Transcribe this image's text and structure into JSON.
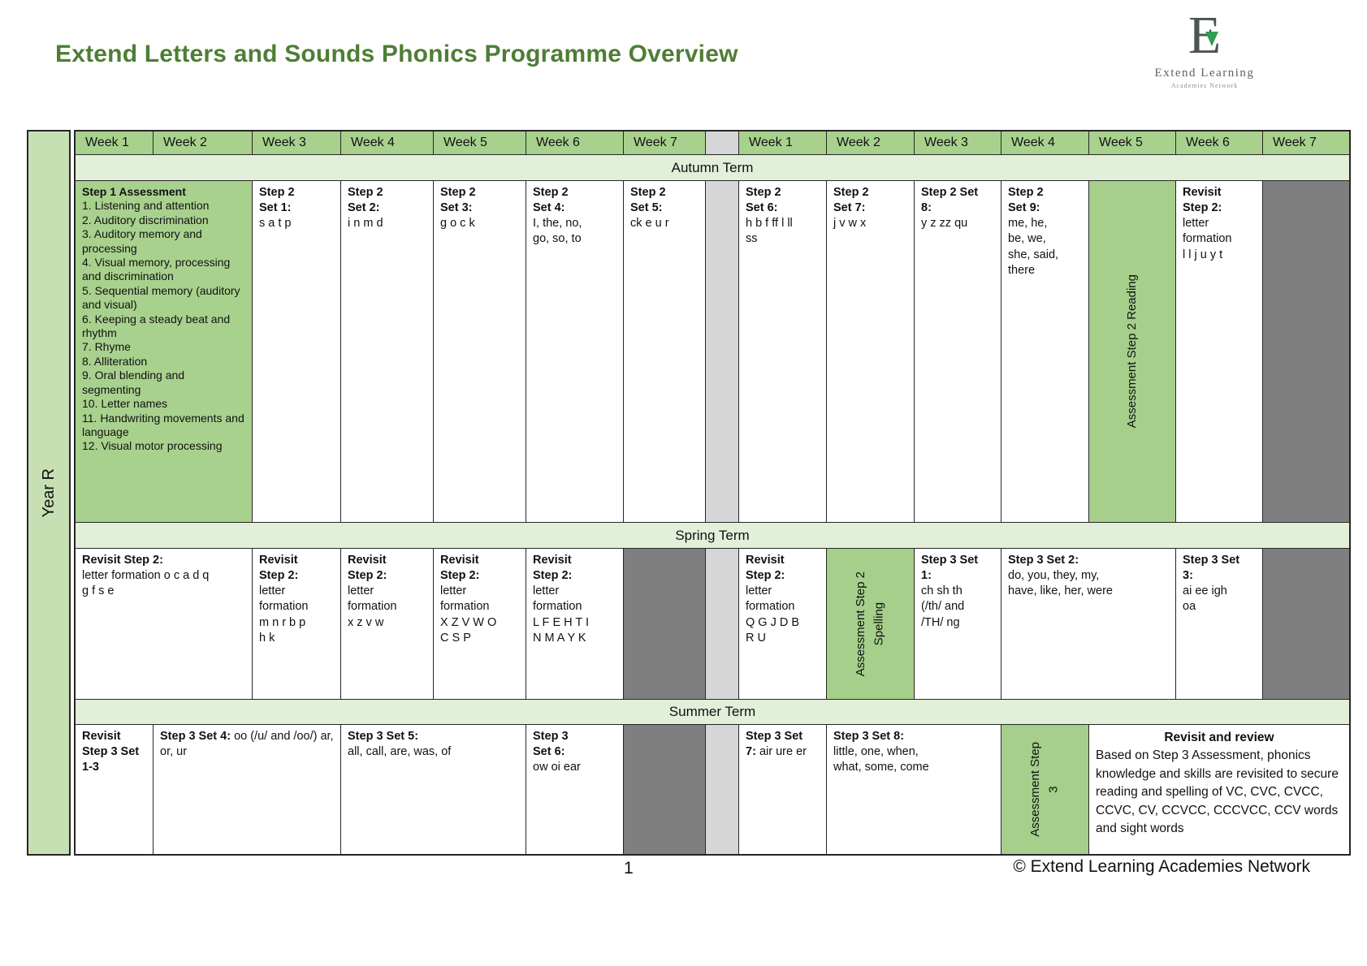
{
  "header": {
    "title": "Extend Letters and Sounds Phonics Programme Overview",
    "logo": {
      "letter_mark": "E",
      "name": "Extend Learning",
      "subtitle": "Academies Network"
    }
  },
  "table": {
    "year_label": "Year R",
    "weeks_left": [
      "Week 1",
      "Week 2",
      "Week 3",
      "Week 4",
      "Week 5",
      "Week 6",
      "Week 7"
    ],
    "weeks_right": [
      "Week 1",
      "Week 2",
      "Week 3",
      "Week 4",
      "Week 5",
      "Week 6",
      "Week 7"
    ],
    "terms": {
      "autumn": "Autumn Term",
      "spring": "Spring Term",
      "summer": "Summer Term"
    },
    "autumn": {
      "step1_assessment": {
        "title": "Step 1 Assessment",
        "body": "1. Listening and attention\n2. Auditory discrimination\n3. Auditory memory and processing\n4. Visual memory, processing and discrimination\n5. Sequential memory (auditory and visual)\n6. Keeping a steady beat and rhythm\n7. Rhyme\n8. Alliteration\n9. Oral blending and segmenting\n10. Letter names\n11. Handwriting movements and language\n12. Visual motor processing"
      },
      "set1": {
        "title": "Step 2\nSet 1:",
        "body": "s a t p"
      },
      "set2": {
        "title": "Step 2\nSet 2:",
        "body": "i n m d"
      },
      "set3": {
        "title": "Step 2\nSet 3:",
        "body": "g o c k"
      },
      "set4": {
        "title": "Step 2\nSet 4:",
        "body": "I, the, no,\ngo, so, to"
      },
      "set5": {
        "title": "Step 2\nSet 5:",
        "body": "ck e u r"
      },
      "set6": {
        "title": "Step 2\nSet 6:",
        "body": "h b f ff l ll\nss"
      },
      "set7": {
        "title": "Step 2\nSet 7:",
        "body": "j v w x"
      },
      "set8": {
        "title": "Step 2 Set\n8:",
        "body": "y z zz qu"
      },
      "set9": {
        "title": "Step 2\nSet 9:",
        "body": "me, he,\nbe, we,\nshe, said,\nthere"
      },
      "assessment": "Assessment Step 2 Reading",
      "revisit": {
        "title": "Revisit\nStep 2:",
        "body": "letter\nformation\nl l j u y t"
      }
    },
    "spring": {
      "revisit1": {
        "title": "Revisit Step 2:",
        "body": "letter formation o c a d q\ng f s e"
      },
      "revisit2": {
        "title": "Revisit\nStep 2:",
        "body": "letter\nformation\nm n r b p\nh k"
      },
      "revisit3": {
        "title": "Revisit\nStep 2:",
        "body": "letter\nformation\nx z v w"
      },
      "revisit4": {
        "title": "Revisit\nStep 2:",
        "body": "letter\nformation\nX Z V W O\nC S P"
      },
      "revisit5": {
        "title": "Revisit\nStep 2:",
        "body": "letter\nformation\nL F E H T I\nN M A Y K"
      },
      "revisit6": {
        "title": "Revisit\nStep 2:",
        "body": "letter\nformation\nQ G J D B\nR U"
      },
      "assessment": "Assessment Step 2\nSpelling",
      "set1": {
        "title": "Step 3 Set\n1:",
        "body": "ch sh th\n(/th/ and\n/TH/ ng"
      },
      "set2": {
        "title": "Step 3 Set 2:",
        "body": "do, you, they, my,\nhave, like, her, were"
      },
      "set3": {
        "title": "Step 3 Set\n3:",
        "body": "ai ee igh\noa"
      }
    },
    "summer": {
      "revisit": {
        "title": "Revisit\nStep 3 Set\n1-3",
        "body": ""
      },
      "set4": {
        "title": "Step 3 Set 4:",
        "body": "oo (/u/ and /oo/) ar, or, ur"
      },
      "set5": {
        "title": "Step 3 Set 5:",
        "body": "all, call, are, was, of"
      },
      "set6": {
        "title": "Step 3\nSet 6:",
        "body": "ow oi ear"
      },
      "set7": {
        "title": "Step 3 Set\n7:",
        "body": "air ure er"
      },
      "set8": {
        "title": "Step 3 Set 8:",
        "body": "little, one, when,\nwhat, some, come"
      },
      "assessment": "Assessment Step\n3",
      "review": {
        "title": "Revisit and review",
        "body": "Based on Step 3 Assessment, phonics knowledge and skills are revisited to secure reading and spelling of VC, CVC, CVCC, CCVC, CV, CCVCC, CCCVCC, CCV words and sight words"
      }
    }
  },
  "footer": {
    "page_number": "1",
    "copyright": "© Extend Learning Academies Network"
  },
  "colors": {
    "title_green": "#4e7e35",
    "header_cell_green": "#a9d18e",
    "term_band_green": "#e2efd9",
    "year_strip_green": "#c6e0b4",
    "assessment_green": "#a5cf8b",
    "blocked_gray": "#7f7f7f",
    "gap_gray": "#d6d6d6",
    "logo_accent_green": "#2f9e4f"
  }
}
